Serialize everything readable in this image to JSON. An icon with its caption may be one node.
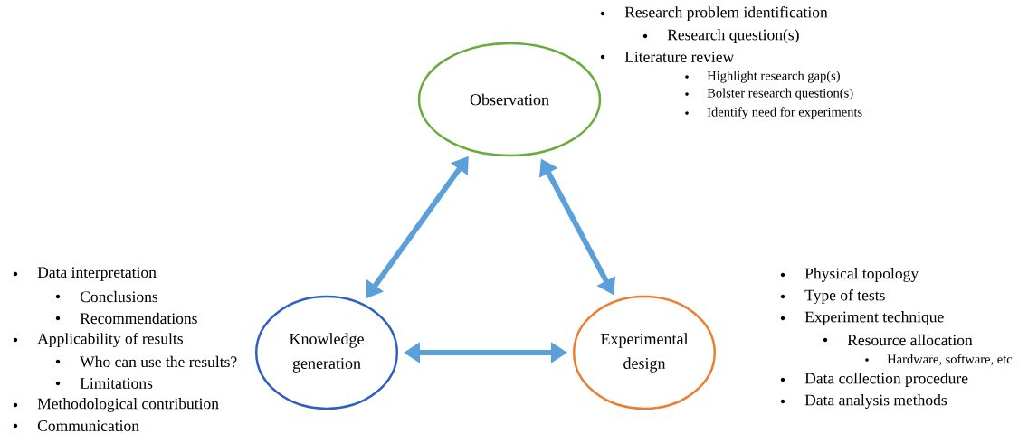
{
  "diagram": {
    "nodes": [
      {
        "text": [
          "Observation"
        ],
        "beside": [
          "Research problem identification",
          "Research question(s)",
          "Literature review",
          "Highlight research gap(s)",
          "Bolster research question(s)",
          "Identify need for experiments"
        ]
      },
      {
        "text": [
          "Knowledge generation"
        ],
        "beside": [
          "Data interpretation",
          "Conclusions",
          "Recommendations",
          "Applicability of results",
          "Who can use the results?",
          "Limitations",
          "Methodological contribution",
          "Communication"
        ]
      },
      {
        "text": [
          "Experimental design"
        ],
        "beside": [
          "Physical topology",
          "Type of tests",
          "Experiment technique",
          "Resource allocation",
          "Hardware, software, etc.",
          "Data collection procedure",
          "Data analysis methods"
        ]
      }
    ],
    "edges": [
      {
        "from": 0,
        "to": 1,
        "arrow": "both"
      },
      {
        "from": 0,
        "to": 2,
        "arrow": "both"
      },
      {
        "from": 1,
        "to": 2,
        "arrow": "both"
      }
    ]
  }
}
